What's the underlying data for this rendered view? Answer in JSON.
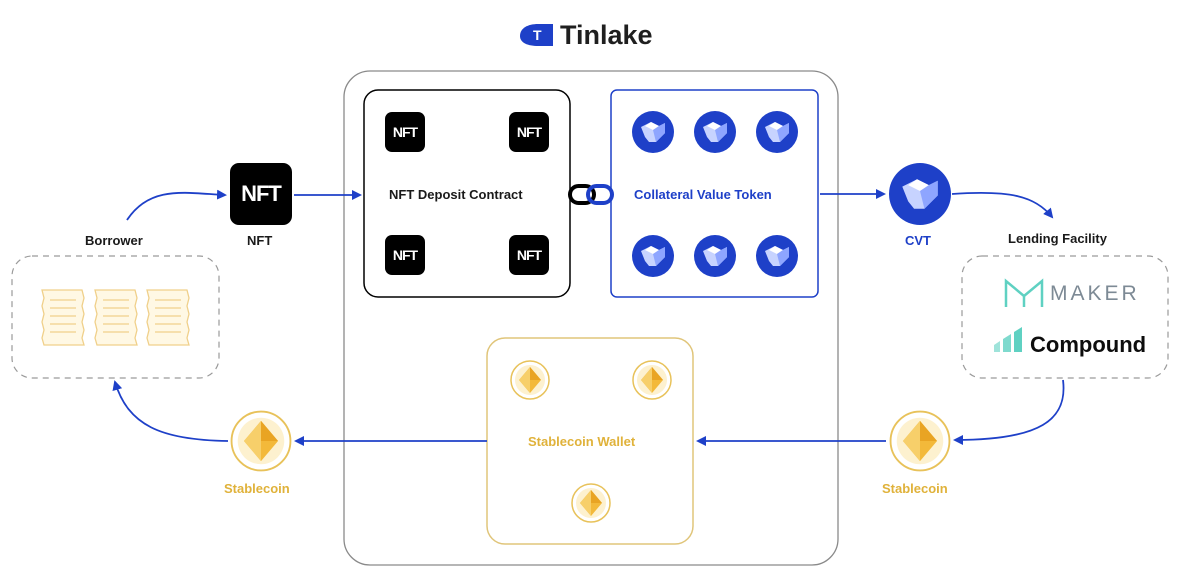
{
  "title": "Tinlake",
  "logo_letter": "T",
  "nodes": {
    "borrower": "Borrower",
    "nft": "NFT",
    "nft_deposit_contract": "NFT Deposit Contract",
    "collateral_value_token": "Collateral Value Token",
    "cvt": "CVT",
    "lending_facility": "Lending Facility",
    "stablecoin_wallet": "Stablecoin Wallet",
    "stablecoin_left": "Stablecoin",
    "stablecoin_right": "Stablecoin"
  },
  "nft_badge_text": "NFT",
  "lenders": {
    "maker": "MAKER",
    "compound": "Compound"
  },
  "colors": {
    "accent_blue": "#1e40c8",
    "gold": "#e0b23a",
    "black": "#000000",
    "maker_teal": "#5fd1c2"
  },
  "icons": [
    "tinlake-logo-icon",
    "nft-icon",
    "cvt-token-icon",
    "stablecoin-icon",
    "link-chain-icon",
    "document-icon",
    "maker-logo-icon",
    "compound-logo-icon"
  ]
}
